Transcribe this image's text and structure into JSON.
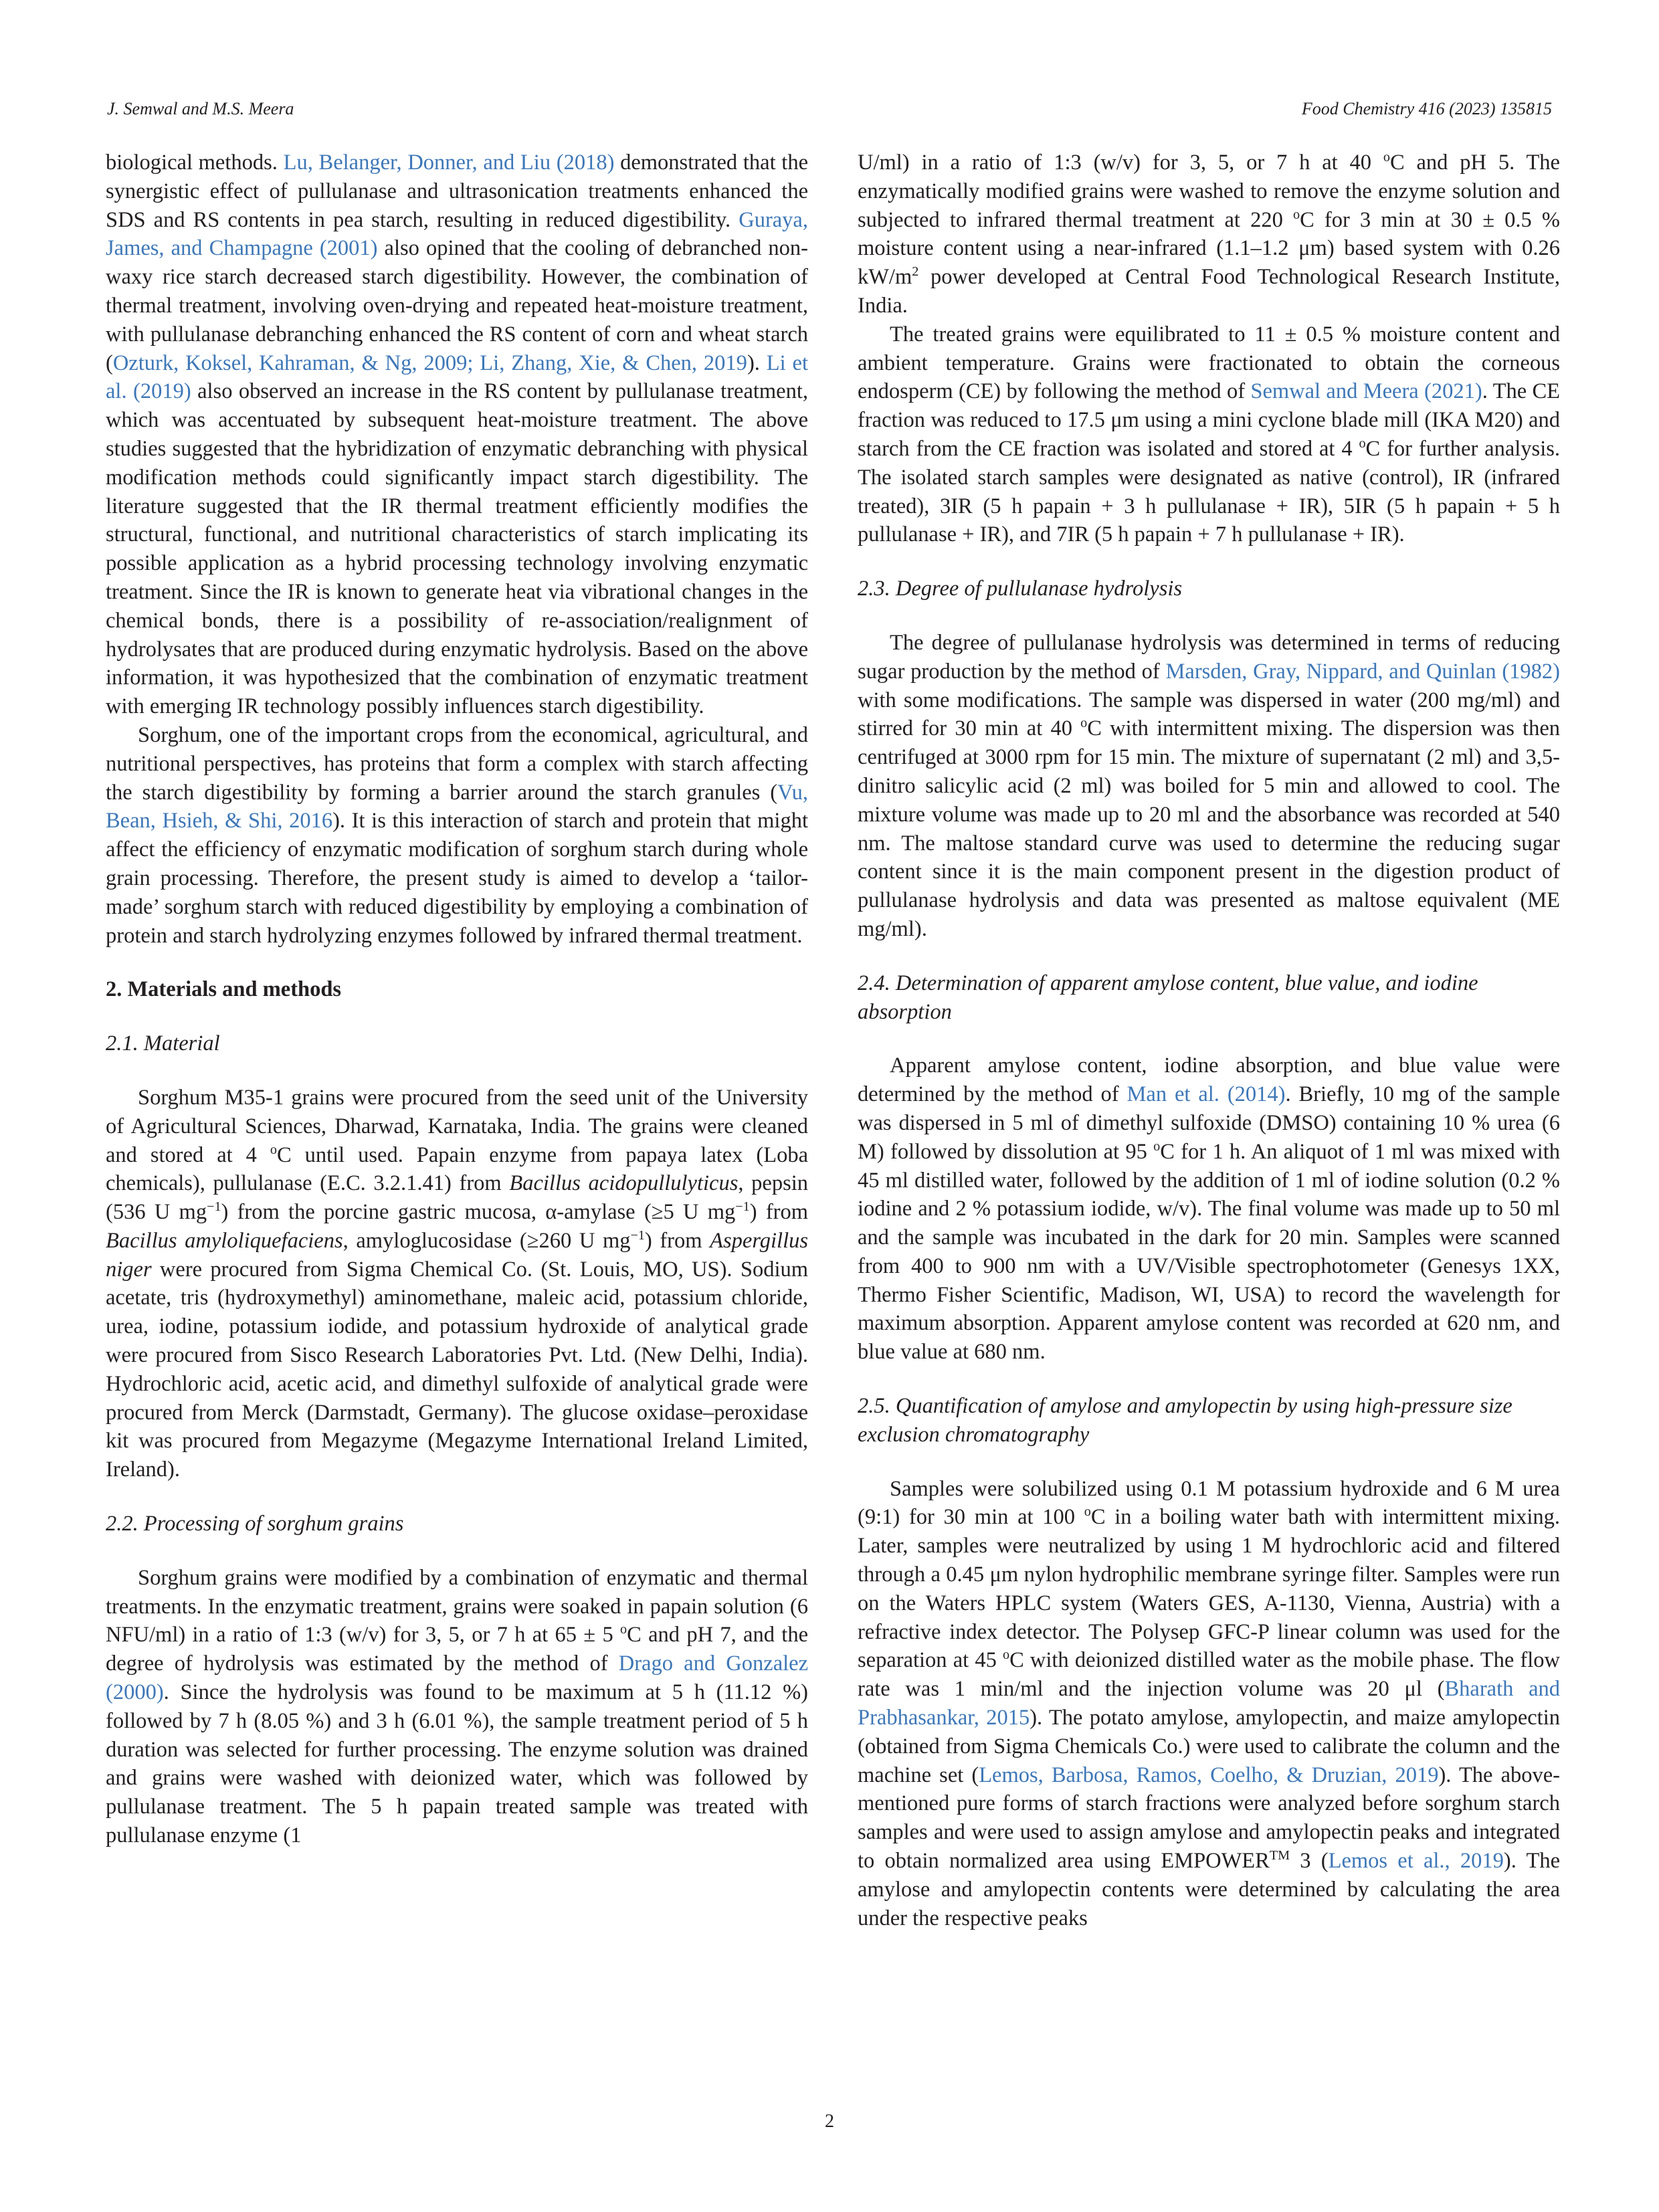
{
  "header": {
    "left": "J. Semwal and M.S. Meera",
    "right": "Food Chemistry 416 (2023) 135815"
  },
  "left_column": {
    "p1": {
      "t1": "biological methods. ",
      "l1": "Lu, Belanger, Donner, and Liu (2018)",
      "t2": " demonstrated that the synergistic effect of pullulanase and ultrasonication treatments enhanced the SDS and RS contents in pea starch, resulting in reduced digestibility. ",
      "l2": "Guraya, James, and Champagne (2001)",
      "t3": " also opined that the cooling of debranched non-waxy rice starch decreased starch digestibility. However, the combination of thermal treatment, involving oven-drying and repeated heat-moisture treatment, with pullulanase debranching enhanced the RS content of corn and wheat starch (",
      "l3": "Ozturk, Koksel, Kahraman, & Ng, 2009; Li, Zhang, Xie, & Chen, 2019",
      "t4": "). ",
      "l4": "Li et al. (2019)",
      "t5": " also observed an increase in the RS content by pullulanase treatment, which was accentuated by subsequent heat-moisture treatment. The above studies suggested that the hybridization of enzymatic debranching with physical modification methods could significantly impact starch digestibility. The literature suggested that the IR thermal treatment efficiently modifies the structural, functional, and nutritional characteristics of starch implicating its possible application as a hybrid processing technology involving enzymatic treatment. Since the IR is known to generate heat via vibrational changes in the chemical bonds, there is a possibility of re-association/realignment of hydrolysates that are produced during enzymatic hydrolysis. Based on the above information, it was hypothesized that the combination of enzymatic treatment with emerging IR technology possibly influences starch digestibility."
    },
    "p2": {
      "t1": "Sorghum, one of the important crops from the economical, agricultural, and nutritional perspectives, has proteins that form a complex with starch affecting the starch digestibility by forming a barrier around the starch granules (",
      "l1": "Vu, Bean, Hsieh, & Shi, 2016",
      "t2": "). It is this interaction of starch and protein that might affect the efficiency of enzymatic modification of sorghum starch during whole grain processing. Therefore, the present study is aimed to develop a ‘tailor-made’ sorghum starch with reduced digestibility by employing a combination of protein and starch hydrolyzing enzymes followed by infrared thermal treatment."
    },
    "sec2": "2.  Materials and methods",
    "sec21": "2.1.  Material",
    "p3": {
      "t1": "Sorghum M35-1 grains were procured from the seed unit of the University of Agricultural Sciences, Dharwad, Karnataka, India. The grains were cleaned and stored at 4 ",
      "s1": "o",
      "t2": "C until used. Papain enzyme from papaya latex (Loba chemicals), pullulanase (E.C. 3.2.1.41) from ",
      "i1": "Bacillus acidopullulyticus",
      "t3": ", pepsin (536 U mg",
      "s2": "−1",
      "t4": ") from the porcine gastric mucosa, α-amylase (≥5 U mg",
      "s3": "−1",
      "t5": ") from ",
      "i2": "Bacillus amyloliquefaciens",
      "t6": ", amyloglucosidase (≥260 U mg",
      "s4": "−1",
      "t7": ") from ",
      "i3": "Aspergillus niger",
      "t8": " were procured from Sigma Chemical Co. (St. Louis, MO, US). Sodium acetate, tris (hydroxymethyl) aminomethane, maleic acid, potassium chloride, urea, iodine, potassium iodide, and potassium hydroxide of analytical grade were procured from Sisco Research Laboratories Pvt. Ltd. (New Delhi, India). Hydrochloric acid, acetic acid, and dimethyl sulfoxide of analytical grade were procured from Merck (Darmstadt, Germany). The glucose oxidase–peroxidase kit was procured from Megazyme (Megazyme International Ireland Limited, Ireland)."
    },
    "sec22": "2.2.  Processing of sorghum grains",
    "p4": {
      "t1": "Sorghum grains were modified by a combination of enzymatic and thermal treatments. In the enzymatic treatment, grains were soaked in papain solution (6 NFU/ml) in a ratio of 1:3 (w/v) for 3, 5, or 7 h at 65 ± 5 ",
      "s1": "o",
      "t2": "C and pH 7, and the degree of hydrolysis was estimated by the method of ",
      "l1": "Drago and Gonzalez (2000)",
      "t3": ". Since the hydrolysis was found to be maximum at 5 h (11.12 %) followed by 7 h (8.05 %) and 3 h (6.01 %), the sample treatment period of 5 h duration was selected for further processing. The enzyme solution was drained and grains were washed with deionized water, which was followed by pullulanase treatment. The 5 h papain treated sample was treated with pullulanase enzyme (1"
    }
  },
  "right_column": {
    "p1": {
      "t1": "U/ml) in a ratio of 1:3 (w/v) for 3, 5, or 7 h at 40 ",
      "s1": "o",
      "t2": "C and pH 5. The enzymatically modified grains were washed to remove the enzyme solution and subjected to infrared thermal treatment at 220 ",
      "s2": "o",
      "t3": "C for 3 min at 30 ± 0.5 % moisture content using a near-infrared (1.1–1.2 μm) based system with 0.26 kW/m",
      "s3": "2",
      "t4": " power developed at Central Food Technological Research Institute, India."
    },
    "p2": {
      "t1": "The treated grains were equilibrated to 11 ± 0.5 % moisture content and ambient temperature. Grains were fractionated to obtain the corneous endosperm (CE) by following the method of ",
      "l1": "Semwal and Meera (2021)",
      "t2": ". The CE fraction was reduced to 17.5 μm using a mini cyclone blade mill (IKA M20) and starch from the CE fraction was isolated and stored at 4 ",
      "s1": "o",
      "t3": "C for further analysis. The isolated starch samples were designated as native (control), IR (infrared treated), 3IR (5 h papain + 3 h pullulanase + IR), 5IR (5 h papain + 5 h pullulanase + IR), and 7IR (5 h papain + 7 h pullulanase + IR)."
    },
    "sec23": "2.3.  Degree of pullulanase hydrolysis",
    "p3": {
      "t1": "The degree of pullulanase hydrolysis was determined in terms of reducing sugar production by the method of ",
      "l1": "Marsden, Gray, Nippard, and Quinlan (1982)",
      "t2": " with some modifications. The sample was dispersed in water (200 mg/ml) and stirred for 30 min at 40 ",
      "s1": "o",
      "t3": "C with intermittent mixing. The dispersion was then centrifuged at 3000 rpm for 15 min. The mixture of supernatant (2 ml) and 3,5-dinitro salicylic acid (2 ml) was boiled for 5 min and allowed to cool. The mixture volume was made up to 20 ml and the absorbance was recorded at 540 nm. The maltose standard curve was used to determine the reducing sugar content since it is the main component present in the digestion product of pullulanase hydrolysis and data was presented as maltose equivalent (ME mg/ml)."
    },
    "sec24": "2.4.  Determination of apparent amylose content, blue value, and iodine absorption",
    "p4": {
      "t1": "Apparent amylose content, iodine absorption, and blue value were determined by the method of ",
      "l1": "Man et al. (2014)",
      "t2": ". Briefly, 10 mg of the sample was dispersed in 5 ml of dimethyl sulfoxide (DMSO) containing 10 % urea (6 M) followed by dissolution at 95 ",
      "s1": "o",
      "t3": "C for 1 h. An aliquot of 1 ml was mixed with 45 ml distilled water, followed by the addition of 1 ml of iodine solution (0.2 % iodine and 2 % potassium iodide, w/v). The final volume was made up to 50 ml and the sample was incubated in the dark for 20 min. Samples were scanned from 400 to 900 nm with a UV/Visible spectrophotometer (Genesys 1XX, Thermo Fisher Scientific, Madison, WI, USA) to record the wavelength for maximum absorption. Apparent amylose content was recorded at 620 nm, and blue value at 680 nm."
    },
    "sec25": "2.5.  Quantification of amylose and amylopectin by using high-pressure size exclusion chromatography",
    "p5": {
      "t1": "Samples were solubilized using 0.1 M potassium hydroxide and 6 M urea (9:1) for 30 min at 100 ",
      "s1": "o",
      "t2": "C in a boiling water bath with intermittent mixing. Later, samples were neutralized by using 1 M hydrochloric acid and filtered through a 0.45 μm nylon hydrophilic membrane syringe filter. Samples were run on the Waters HPLC system (Waters GES, A-1130, Vienna, Austria) with a refractive index detector. The Polysep GFC-P linear column was used for the separation at 45 ",
      "s2": "o",
      "t3": "C with deionized distilled water as the mobile phase. The flow rate was 1 min/ml and the injection volume was 20 μl (",
      "l1": "Bharath and Prabhasankar, 2015",
      "t4": "). The potato amylose, amylopectin, and maize amylopectin (obtained from Sigma Chemicals Co.) were used to calibrate the column and the machine set (",
      "l2": "Lemos, Barbosa, Ramos, Coelho, & Druzian, 2019",
      "t5": "). The above-mentioned pure forms of starch fractions were analyzed before sorghum starch samples and were used to assign amylose and amylopectin peaks and integrated to obtain normalized area using EMPOWER",
      "s3": "TM",
      "t6": " 3 (",
      "l3": "Lemos et al., 2019",
      "t7": "). The amylose and amylopectin contents were determined by calculating the area under the respective peaks"
    }
  },
  "page_number": "2",
  "colors": {
    "text": "#231f20",
    "link": "#3d77b7"
  }
}
